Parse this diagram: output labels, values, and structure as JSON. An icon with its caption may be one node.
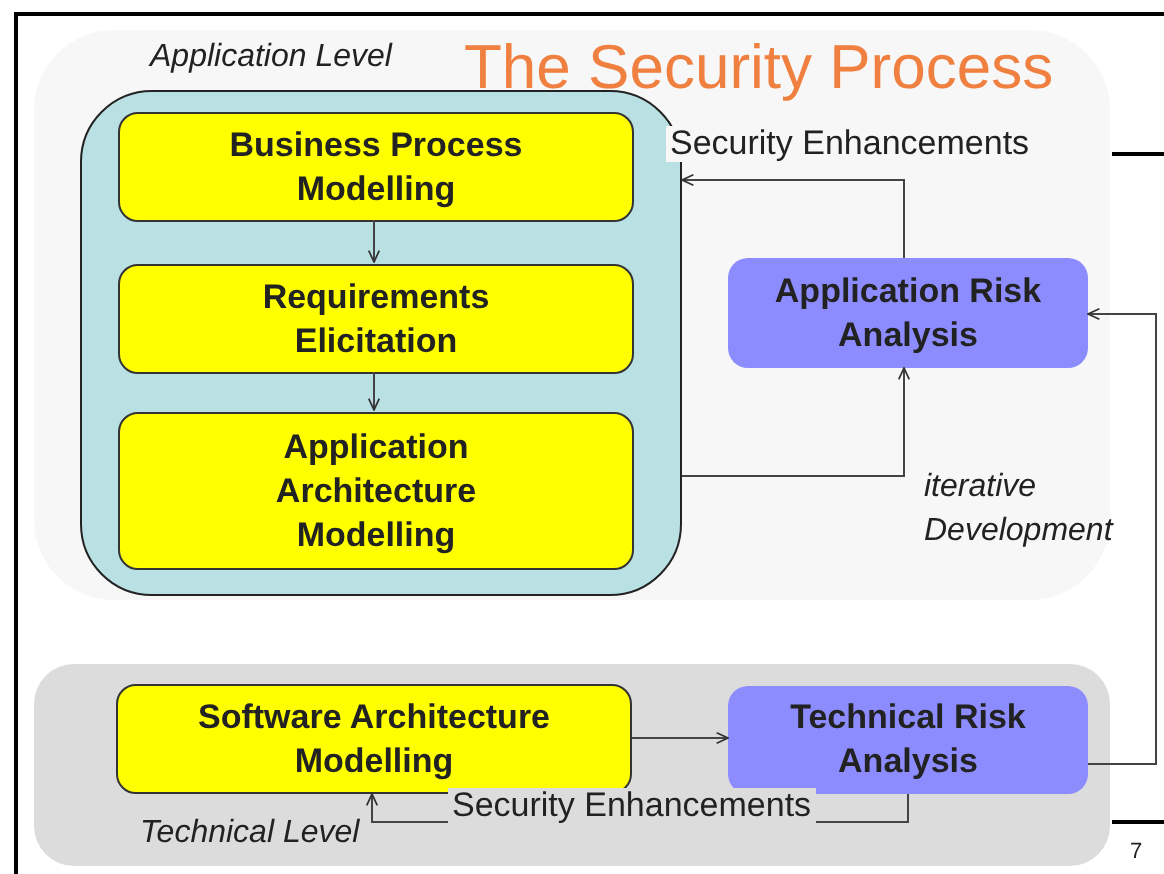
{
  "diagram": {
    "title": "The Security Process",
    "nodes": [
      {
        "text": [
          "Application Level"
        ]
      },
      {
        "text": [],
        "shape": "box",
        "in": 0
      },
      {
        "text": [
          "Business Process Modelling"
        ],
        "in": 1
      },
      {
        "text": [
          "Requirements Elicitation"
        ],
        "in": 1
      },
      {
        "text": [
          "Application Architecture Modelling"
        ],
        "in": 1
      },
      {
        "text": [
          "Application Risk Analysis"
        ],
        "in": 0
      },
      {
        "text": [
          "Technical Level"
        ]
      },
      {
        "text": [
          "Software Architecture Modelling"
        ],
        "in": 6
      },
      {
        "text": [
          "Technical Risk Analysis"
        ],
        "in": 6
      }
    ],
    "edges": [
      {
        "from": 2,
        "to": 3,
        "arrow": "to"
      },
      {
        "from": 3,
        "to": 4,
        "arrow": "to"
      },
      {
        "from": 5,
        "to": 1,
        "arrow": "to",
        "label": "Security Enhancements"
      },
      {
        "from": 1,
        "to": 5,
        "arrow": "to",
        "label": "iterative Development"
      },
      {
        "from": 7,
        "to": 8,
        "arrow": "to"
      },
      {
        "from": 8,
        "to": 7,
        "arrow": "to",
        "label": "Security Enhancements"
      },
      {
        "from": 8,
        "to": 5,
        "arrow": "to"
      }
    ],
    "labels": [
      "7"
    ]
  }
}
